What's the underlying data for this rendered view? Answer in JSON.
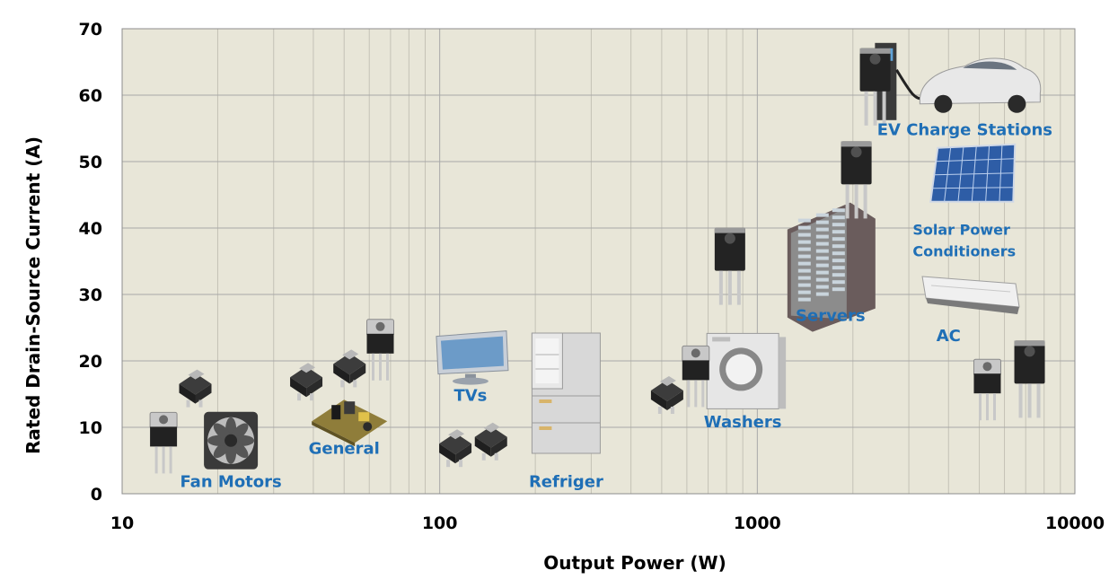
{
  "chart_data": {
    "type": "scatter",
    "title": "",
    "xlabel": "Output Power (W)",
    "ylabel": "Rated Drain-Source Current (A)",
    "x_scale": "log",
    "xlim": [
      10,
      10000
    ],
    "ylim": [
      0,
      70
    ],
    "x_ticks": [
      10,
      100,
      1000,
      10000
    ],
    "x_tick_labels": [
      "10",
      "100",
      "1000",
      "10000"
    ],
    "y_ticks": [
      0,
      10,
      20,
      30,
      40,
      50,
      60,
      70
    ],
    "grid": true,
    "plot_background": "#e8e6d8",
    "grid_color": "#a8a8a8",
    "label_color": "#1f6fb6",
    "applications": [
      {
        "name": "Fan Motors",
        "x": 22,
        "y": 1
      },
      {
        "name": "General",
        "x": 50,
        "y": 6
      },
      {
        "name": "TVs",
        "x": 125,
        "y": 14
      },
      {
        "name": "Refriger",
        "x": 250,
        "y": 1
      },
      {
        "name": "Washers",
        "x": 900,
        "y": 10
      },
      {
        "name": "Servers",
        "x": 1700,
        "y": 26
      },
      {
        "name": "AC",
        "x": 4000,
        "y": 23
      },
      {
        "name": "Solar Power Conditioners",
        "x": 4500,
        "y": 39
      },
      {
        "name": "EV Charge Stations",
        "x": 4500,
        "y": 54
      }
    ],
    "devices": [
      {
        "icon": "to220-transistor-icon",
        "x": 13.5,
        "y": 9
      },
      {
        "icon": "dpak-transistor-icon",
        "x": 17,
        "y": 16
      },
      {
        "icon": "dpak-transistor-icon",
        "x": 38,
        "y": 17
      },
      {
        "icon": "dpak-transistor-icon",
        "x": 52,
        "y": 19
      },
      {
        "icon": "to220-transistor-icon",
        "x": 65,
        "y": 23
      },
      {
        "icon": "dpak-transistor-icon",
        "x": 112,
        "y": 7
      },
      {
        "icon": "dpak-transistor-icon",
        "x": 145,
        "y": 8
      },
      {
        "icon": "dpak-transistor-icon",
        "x": 520,
        "y": 15
      },
      {
        "icon": "to220-transistor-icon",
        "x": 640,
        "y": 19
      },
      {
        "icon": "to247-transistor-icon",
        "x": 820,
        "y": 36
      },
      {
        "icon": "to247-transistor-icon",
        "x": 2050,
        "y": 49
      },
      {
        "icon": "to247-transistor-icon",
        "x": 2350,
        "y": 63
      },
      {
        "icon": "to220-transistor-icon",
        "x": 5300,
        "y": 17
      },
      {
        "icon": "to247-transistor-icon",
        "x": 7200,
        "y": 19
      }
    ],
    "illustrations": [
      {
        "icon": "fan-icon",
        "x": 22,
        "y": 8
      },
      {
        "icon": "power-board-icon",
        "x": 52,
        "y": 12
      },
      {
        "icon": "tv-icon",
        "x": 125,
        "y": 21
      },
      {
        "icon": "refrigerator-icon",
        "x": 250,
        "y": 15
      },
      {
        "icon": "washing-machine-icon",
        "x": 900,
        "y": 19
      },
      {
        "icon": "server-rack-icon",
        "x": 1700,
        "y": 36
      },
      {
        "icon": "air-conditioner-icon",
        "x": 4700,
        "y": 30
      },
      {
        "icon": "solar-panel-icon",
        "x": 4800,
        "y": 48
      },
      {
        "icon": "ev-charger-icon",
        "x": 4500,
        "y": 63
      }
    ]
  }
}
